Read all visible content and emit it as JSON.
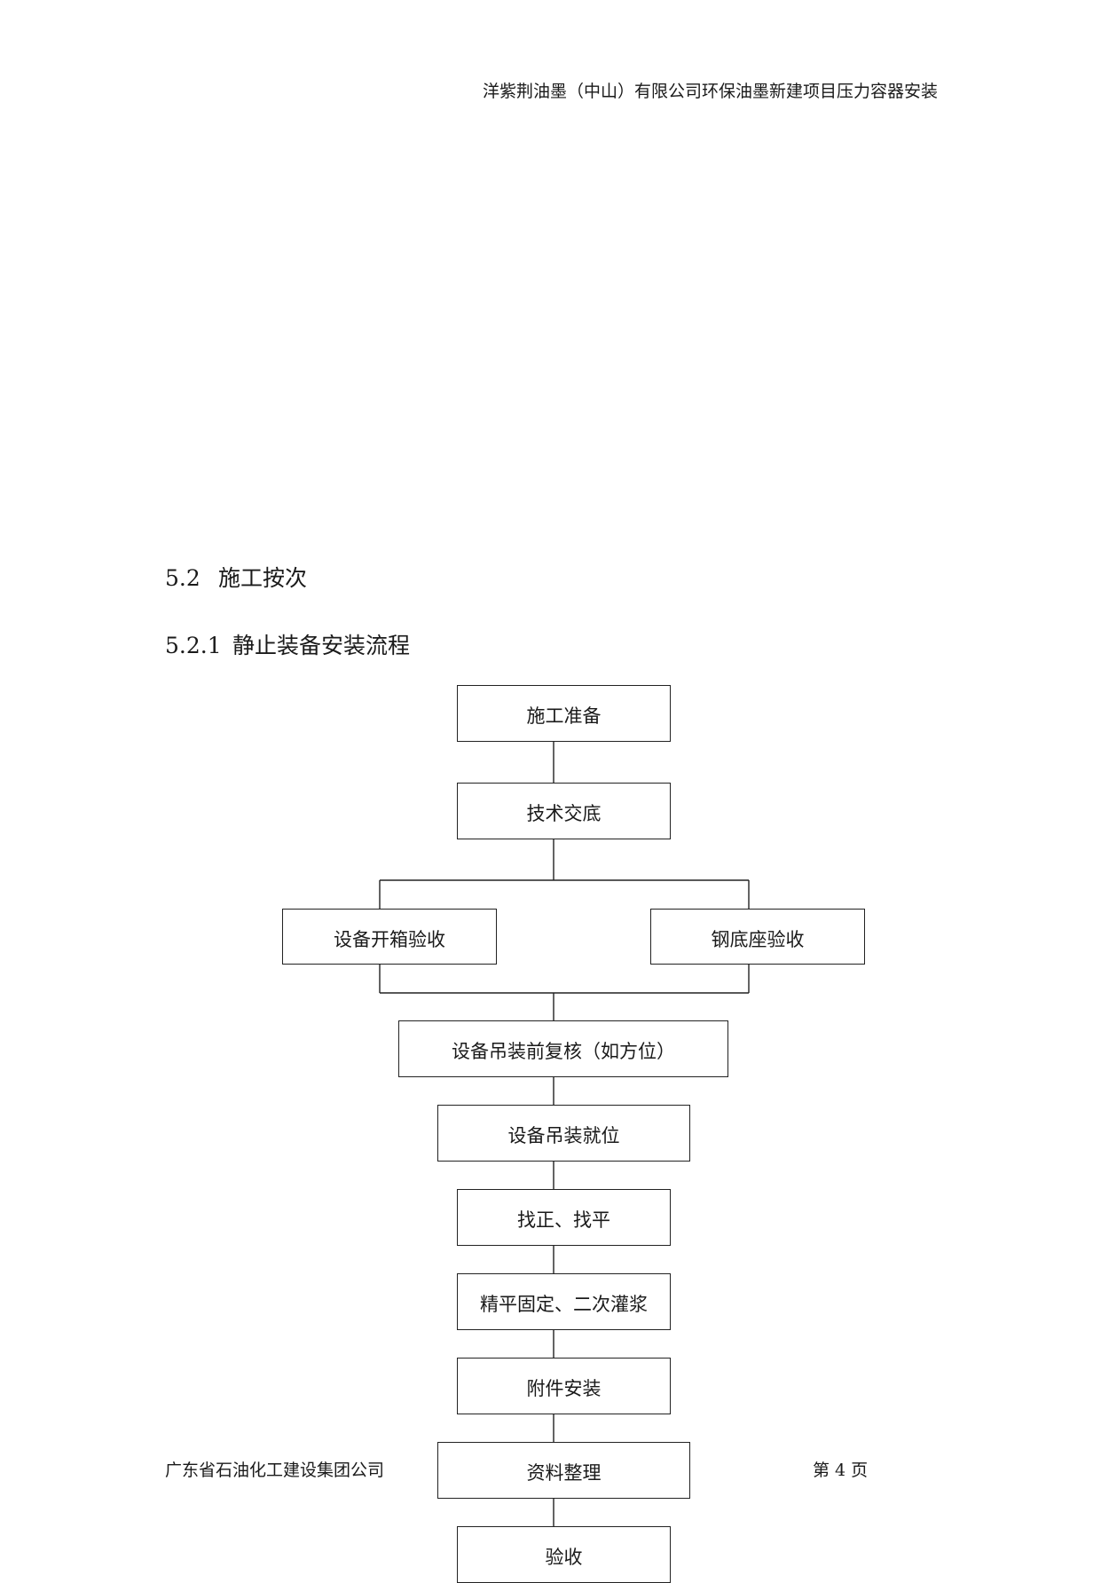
{
  "header": {
    "title": "洋紫荆油墨（中山）有限公司环保油墨新建项目压力容器安装"
  },
  "section_5_2": {
    "number": "5.2",
    "title": "施工按次"
  },
  "section_5_2_1": {
    "number": "5.2.1",
    "title": "静止装备安装流程"
  },
  "flowchart": {
    "steps": {
      "prep": "施工准备",
      "tech": "技术交底",
      "unbox": "设备开箱验收",
      "base": "钢底座验收",
      "recheck": "设备吊装前复核（如方位）",
      "hoist": "设备吊装就位",
      "align": "找正、找平",
      "fix": "精平固定、二次灌浆",
      "attach": "附件安装",
      "docs": "资料整理",
      "accept": "验收"
    }
  },
  "footer": {
    "company": "广东省石油化工建设集团公司",
    "page": "第 4 页"
  }
}
